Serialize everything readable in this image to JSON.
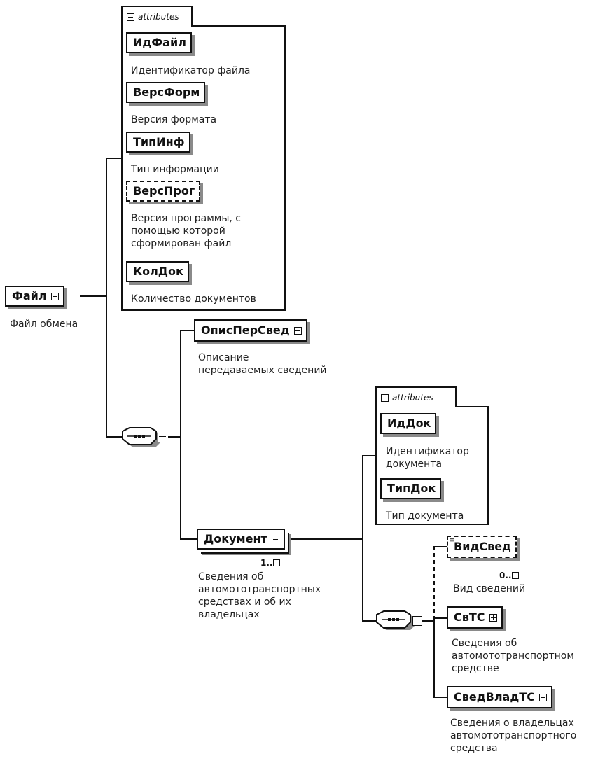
{
  "root": {
    "name": "Файл",
    "description": "Файл обмена",
    "attributes_label": "attributes",
    "attributes": [
      {
        "name": "ИдФайл",
        "description": "Идентификатор файла",
        "optional": false
      },
      {
        "name": "ВерсФорм",
        "description": "Версия формата",
        "optional": false
      },
      {
        "name": "ТипИнф",
        "description": "Тип информации",
        "optional": false
      },
      {
        "name": "ВерсПрог",
        "description": "Версия программы, с\nпомощью которой\nсформирован файл",
        "optional": true
      },
      {
        "name": "КолДок",
        "description": "Количество документов",
        "optional": false
      }
    ],
    "sequence": {
      "children": [
        {
          "name": "ОписПерСвед",
          "description": "Описание\nпередаваемых сведений",
          "expanded": false
        },
        {
          "name": "Документ",
          "description": "Сведения об\nавтомототранспортных\nсредствах и об их\nвладельцах",
          "cardinality": "1..∞",
          "expanded": true
        }
      ]
    }
  },
  "document": {
    "attributes_label": "attributes",
    "attributes": [
      {
        "name": "ИдДок",
        "description": "Идентификатор\nдокумента"
      },
      {
        "name": "ТипДок",
        "description": "Тип документа"
      }
    ],
    "sequence": {
      "children": [
        {
          "name": "ВидСвед",
          "description": "Вид сведений",
          "cardinality": "0..∞",
          "optional": true
        },
        {
          "name": "СвТС",
          "description": "Сведения об\nавтомототранспортном\nсредстве",
          "expanded": false
        },
        {
          "name": "СведВладТС",
          "description": "Сведения о владельцах\nавтомототранспортного\nсредства",
          "expanded": false
        }
      ]
    }
  },
  "cardinality_prefix": {
    "document": "1..",
    "vidsved": "0.."
  }
}
